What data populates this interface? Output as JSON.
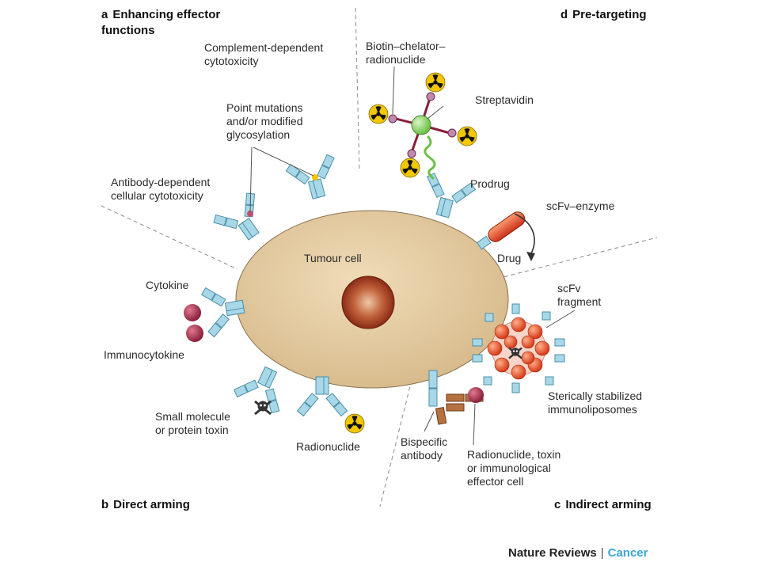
{
  "sections": {
    "a": {
      "letter": "a",
      "title_line1": "Enhancing effector",
      "title_line2": "functions"
    },
    "b": {
      "letter": "b",
      "title": "Direct arming"
    },
    "c": {
      "letter": "c",
      "title": "Indirect arming"
    },
    "d": {
      "letter": "d",
      "title": "Pre-targeting"
    }
  },
  "labels": {
    "cdc": [
      "Complement-dependent",
      "cytotoxicity"
    ],
    "point_mutations": [
      "Point mutations",
      "and/or modified",
      "glycosylation"
    ],
    "adcc": [
      "Antibody-dependent",
      "cellular cytotoxicity"
    ],
    "tumour_cell": "Tumour cell",
    "cytokine": "Cytokine",
    "immunocytokine": "Immunocytokine",
    "toxin": [
      "Small molecule",
      "or protein toxin"
    ],
    "radionuclide": "Radionuclide",
    "bispecific": [
      "Bispecific",
      "antibody"
    ],
    "effector": [
      "Radionuclide, toxin",
      "or immunological",
      "effector cell"
    ],
    "liposomes": [
      "Sterically stabilized",
      "immunoliposomes"
    ],
    "scfv_fragment": [
      "scFv",
      "fragment"
    ],
    "biotin": [
      "Biotin–chelator–",
      "radionuclide"
    ],
    "streptavidin": "Streptavidin",
    "prodrug": "Prodrug",
    "scfv_enzyme": "scFv–enzyme",
    "drug": "Drug"
  },
  "footer": {
    "journal": "Nature Reviews",
    "separator": "|",
    "topic": "Cancer"
  },
  "colors": {
    "antibody_fill": "#a8d8e8",
    "antibody_stroke": "#4a8fa8",
    "cell": "#e3c9a0",
    "nucleus": "#9b3a1f",
    "cytokine": "#a8324e",
    "liposome_bead": "#e8502a",
    "streptavidin": "#8fd66b",
    "enzyme": "#e04a2a",
    "bispecific": "#b5713f",
    "radiation_yellow": "#f2c700",
    "accent": "#3aa6d6"
  }
}
